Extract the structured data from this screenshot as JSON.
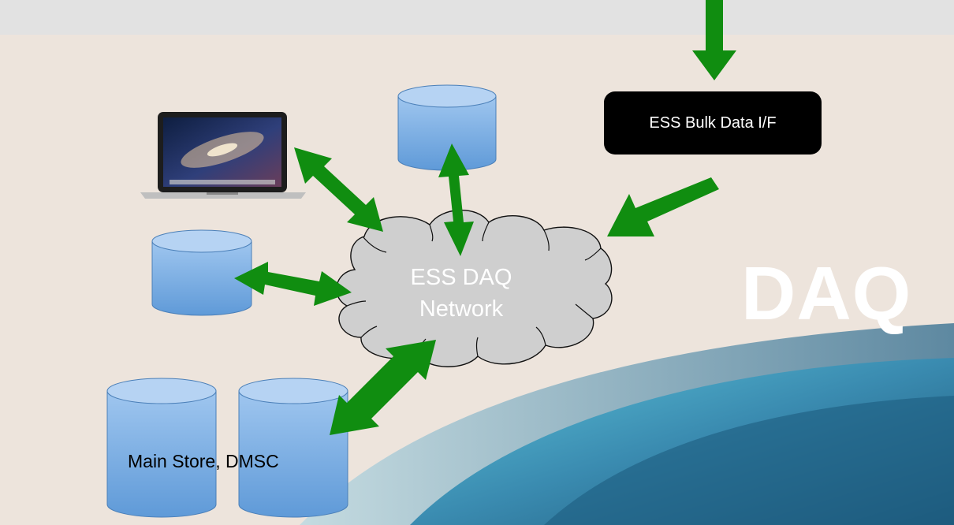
{
  "cloud": {
    "line1": "ESS DAQ",
    "line2": "Network"
  },
  "bulk_interface": {
    "label": "ESS Bulk Data I/F"
  },
  "main_store": {
    "label": "Main Store, DMSC"
  },
  "watermark": {
    "text": "DAQ"
  },
  "colors": {
    "arrow": "#108d10",
    "cylinder_fill": "#7eb0e6",
    "cylinder_top": "#b6d3f3",
    "cloud_fill": "#cfcfcf",
    "slide_bg": "#ede4dc",
    "swoosh": "#3a8bb0"
  },
  "icons": [
    "laptop-icon",
    "database-icon",
    "cloud-icon",
    "arrow-icon"
  ]
}
